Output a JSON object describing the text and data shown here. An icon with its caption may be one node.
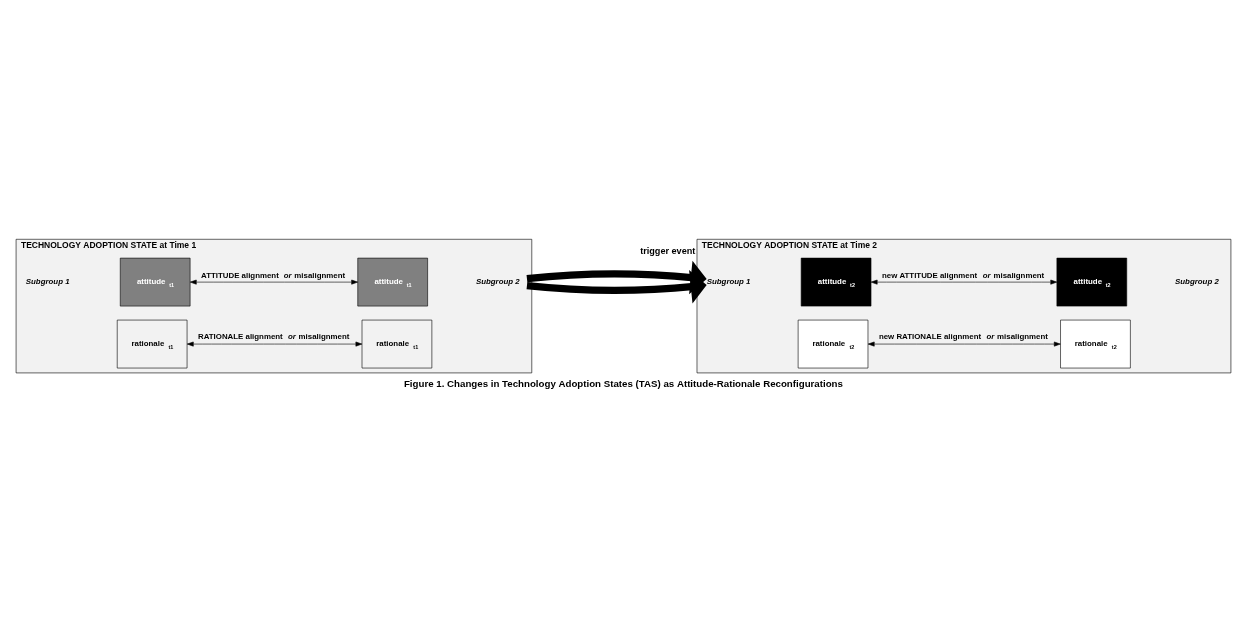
{
  "diagram": {
    "caption": "Figure 1. Changes in Technology Adoption States (TAS) as Attitude-Rationale Reconfigurations",
    "nodes": [
      {
        "text": [
          "TECHNOLOGY ADOPTION STATE at Time 1"
        ]
      },
      {
        "text": [
          "attitude $_{t1}$"
        ],
        "in": 0
      },
      {
        "text": [
          "rationale $_{t1}$"
        ],
        "in": 0
      },
      {
        "text": [
          "attitude $_{t1}$"
        ],
        "in": 0
      },
      {
        "text": [
          "rationale $_{t1}$"
        ],
        "in": 0
      },
      {
        "text": [
          "TECHNOLOGY ADOPTION STATE at Time 2"
        ]
      },
      {
        "text": [
          "attitude $_{t2}$"
        ],
        "in": 5
      },
      {
        "text": [
          "rationale $_{t2}$"
        ],
        "in": 5
      },
      {
        "text": [
          "attitude $_{t2}$"
        ],
        "in": 5
      },
      {
        "text": [
          "rationale $_{t2}$"
        ],
        "in": 5
      }
    ],
    "edges": [
      {
        "from": 1,
        "to": 3,
        "arrow": "both",
        "label": "ATTITUDE alignment *or* misalignment"
      },
      {
        "from": 2,
        "to": 4,
        "arrow": "both",
        "label": "RATIONALE alignment *or* misalignment"
      },
      {
        "from": 0,
        "to": 5,
        "arrow": "to",
        "style": "thick",
        "label": "trigger event"
      },
      {
        "from": 6,
        "to": 8,
        "arrow": "both",
        "label": "new ATTITUDE alignment *or* misalignment"
      },
      {
        "from": 7,
        "to": 9,
        "arrow": "both",
        "label": "new RATIONALE alignment *or* misalignment"
      }
    ],
    "labels": [
      "Subgroup 1",
      "Subgroup 2",
      "Subgroup 1",
      "Subgroup 2"
    ]
  }
}
